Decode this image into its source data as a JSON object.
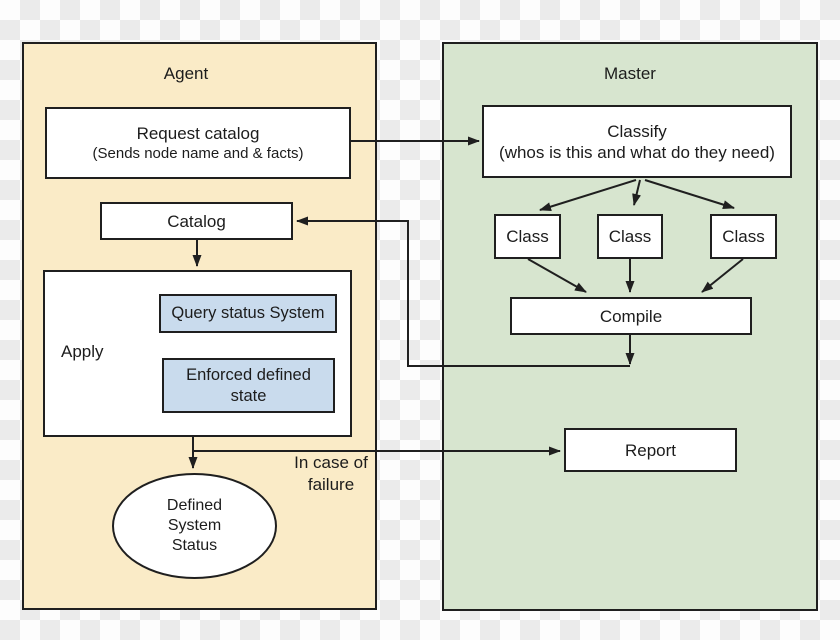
{
  "colors": {
    "agent_fill": "#FAEBC7",
    "master_fill": "#D7E5CF",
    "highlight_fill": "#C9DBED",
    "box_fill": "#FFFFFF",
    "border": "#1F1F1F",
    "checker_light": "#FDFDFD",
    "checker_dark": "#EBEBEB"
  },
  "agent": {
    "title": "Agent",
    "request_catalog": {
      "title": "Request catalog",
      "subtitle": "(Sends node name and & facts)"
    },
    "catalog": {
      "label": "Catalog"
    },
    "apply": {
      "label": "Apply"
    },
    "query_status": {
      "label": "Query status System"
    },
    "enforced_state": {
      "line1": "Enforced defined",
      "line2": "state"
    },
    "defined_status": {
      "line1": "Defined",
      "line2": "System",
      "line3": "Status"
    },
    "failure_note": {
      "line1": "In case of",
      "line2": "failure"
    }
  },
  "master": {
    "title": "Master",
    "classify": {
      "title": "Classify",
      "subtitle": "(whos is this and what do they need)"
    },
    "classes": [
      {
        "label": "Class"
      },
      {
        "label": "Class"
      },
      {
        "label": "Class"
      }
    ],
    "compile": {
      "label": "Compile"
    },
    "report": {
      "label": "Report"
    }
  }
}
